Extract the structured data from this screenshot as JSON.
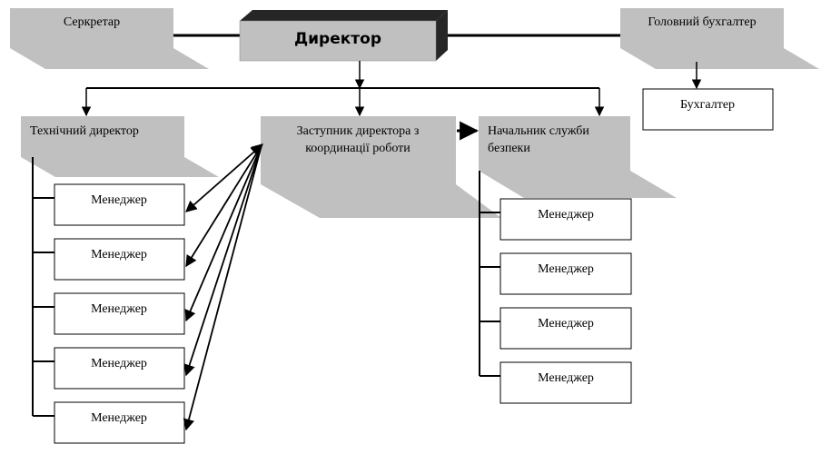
{
  "colors": {
    "box_fill": "#c0c0c0",
    "shadow_fill": "#c0c0c0",
    "dark_edge": "#262626",
    "line": "#000000",
    "plain_box_fill": "#ffffff"
  },
  "nodes": {
    "director": "Директор",
    "secretary": "Серкретар",
    "chief_accountant": "Головний бухгалтер",
    "accountant": "Бухгалтер",
    "technical_director": "Технічний директор",
    "deputy_director": [
      "Заступник директора з",
      "координації роботи"
    ],
    "security_head": [
      "Начальник служби",
      "безпеки"
    ],
    "technical_managers": [
      "Менеджер",
      "Менеджер",
      "Менеджер",
      "Менеджер",
      "Менеджер"
    ],
    "security_managers": [
      "Менеджер",
      "Менеджер",
      "Менеджер",
      "Менеджер"
    ]
  }
}
